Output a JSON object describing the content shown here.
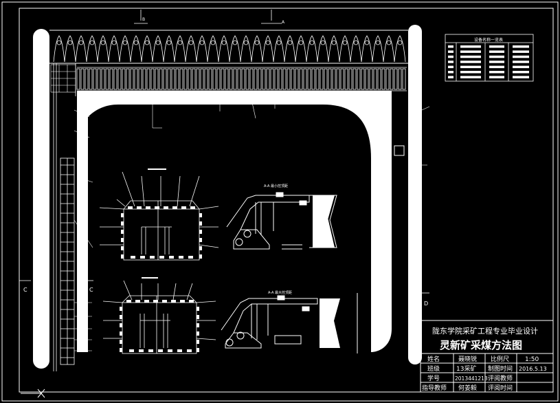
{
  "equipment_table": {
    "title": "设备名称一览表"
  },
  "section_labels": {
    "min_height": "A-A 最小控顶距",
    "max_height": "A-A 最大控顶距"
  },
  "markers": {
    "left_c": "C",
    "right_c": "C",
    "right_d": "D",
    "top_a": "A",
    "top_b": "B"
  },
  "title_block": {
    "school": "陇东学院采矿工程专业毕业设计",
    "drawing_title": "灵新矿采煤方法图",
    "rows": [
      {
        "label": "姓名",
        "value": "聂晓锐",
        "label2": "比例尺",
        "value2": "1:50"
      },
      {
        "label": "班级",
        "value": "13采矿",
        "label2": "制图时间",
        "value2": "2016.5.13"
      },
      {
        "label": "学号",
        "value": "2013441213",
        "label2": "评阅教师",
        "value2": ""
      },
      {
        "label": "指导教师",
        "value": "何姜毅",
        "label2": "评阅时间",
        "value2": ""
      }
    ]
  },
  "colors": {
    "background": "#000000",
    "line": "#ffffff"
  }
}
